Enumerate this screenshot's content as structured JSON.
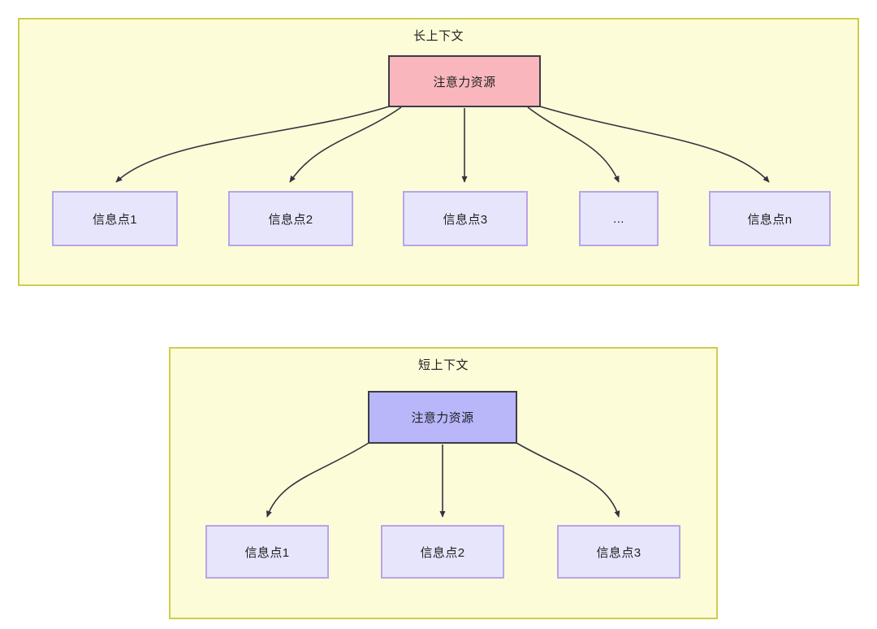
{
  "diagram": {
    "title_visible": false,
    "colors": {
      "panel_fill": "#fcfcd9",
      "panel_border": "#cfcc4b",
      "root_pink_fill": "#f9b7bd",
      "root_blue_fill": "#b9b6fa",
      "leaf_fill": "#e7e5fc",
      "leaf_border": "#b7a5e8",
      "root_border": "#3c3c46",
      "edge_stroke": "#333344",
      "text": "#1f1f1f"
    },
    "panels": [
      {
        "id": "long-context",
        "title": "长上下文",
        "root": {
          "label": "注意力资源",
          "style": "pink"
        },
        "leaves": [
          {
            "label": "信息点1"
          },
          {
            "label": "信息点2"
          },
          {
            "label": "信息点3"
          },
          {
            "label": "..."
          },
          {
            "label": "信息点n"
          }
        ]
      },
      {
        "id": "short-context",
        "title": "短上下文",
        "root": {
          "label": "注意力资源",
          "style": "blue"
        },
        "leaves": [
          {
            "label": "信息点1"
          },
          {
            "label": "信息点2"
          },
          {
            "label": "信息点3"
          }
        ]
      }
    ]
  }
}
